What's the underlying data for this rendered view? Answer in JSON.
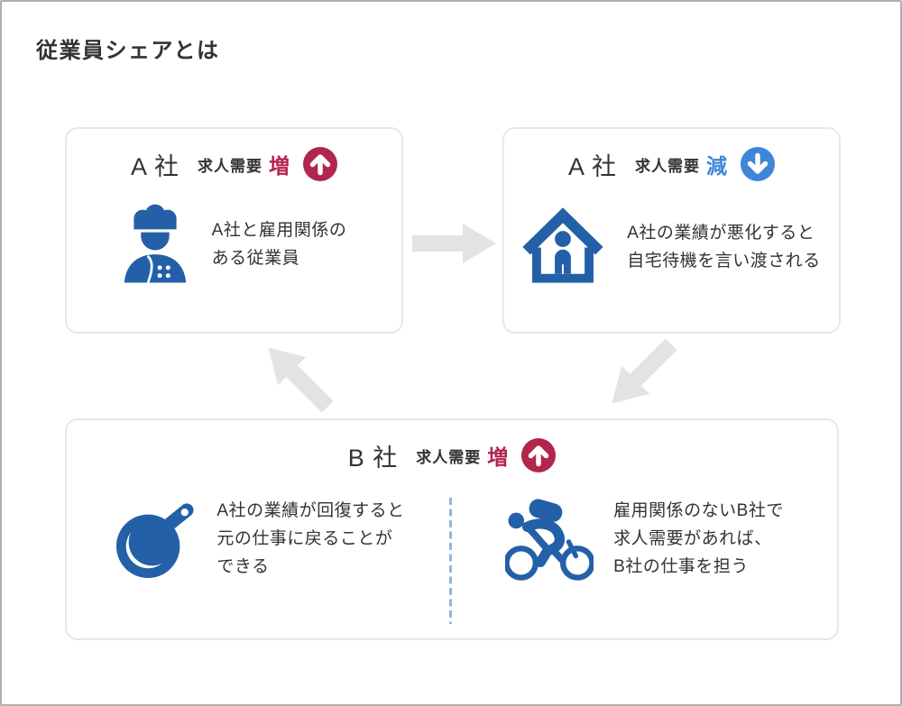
{
  "page": {
    "title": "従業員シェアとは"
  },
  "colors": {
    "icon_blue": "#2460a7",
    "accent_red": "#b1264a",
    "accent_blue": "#3e86d8",
    "arrow_gray": "#e3e3e3",
    "card_border": "#e2e9f3",
    "divider_blue": "#93b5dc",
    "text": "#333333"
  },
  "cards": {
    "a_increase": {
      "company": "A 社",
      "demand_label": "求人需要",
      "change": "増",
      "change_direction": "up",
      "badge_icon": "arrow-up-circle-icon",
      "icon": "chef-icon",
      "desc_lines": [
        "A社と雇用関係の",
        "ある従業員"
      ]
    },
    "a_decrease": {
      "company": "A 社",
      "demand_label": "求人需要",
      "change": "減",
      "change_direction": "down",
      "badge_icon": "arrow-down-circle-icon",
      "icon": "house-person-icon",
      "desc_lines": [
        "A社の業績が悪化すると",
        "自宅待機を言い渡される"
      ]
    },
    "b_increase": {
      "company": "B 社",
      "demand_label": "求人需要",
      "change": "増",
      "change_direction": "up",
      "badge_icon": "arrow-up-circle-icon",
      "left": {
        "icon": "frying-pan-icon",
        "desc_lines": [
          "A社の業績が回復すると",
          "元の仕事に戻ることが",
          "できる"
        ]
      },
      "right": {
        "icon": "cyclist-icon",
        "desc_lines": [
          "雇用関係のないB社で",
          "求人需要があれば、",
          "B社の仕事を担う"
        ]
      }
    }
  },
  "arrows": [
    {
      "name": "arrow-a-increase-to-a-decrease",
      "direction": "right"
    },
    {
      "name": "arrow-a-decrease-to-b",
      "direction": "down-left"
    },
    {
      "name": "arrow-b-to-a-increase",
      "direction": "up-left"
    }
  ]
}
